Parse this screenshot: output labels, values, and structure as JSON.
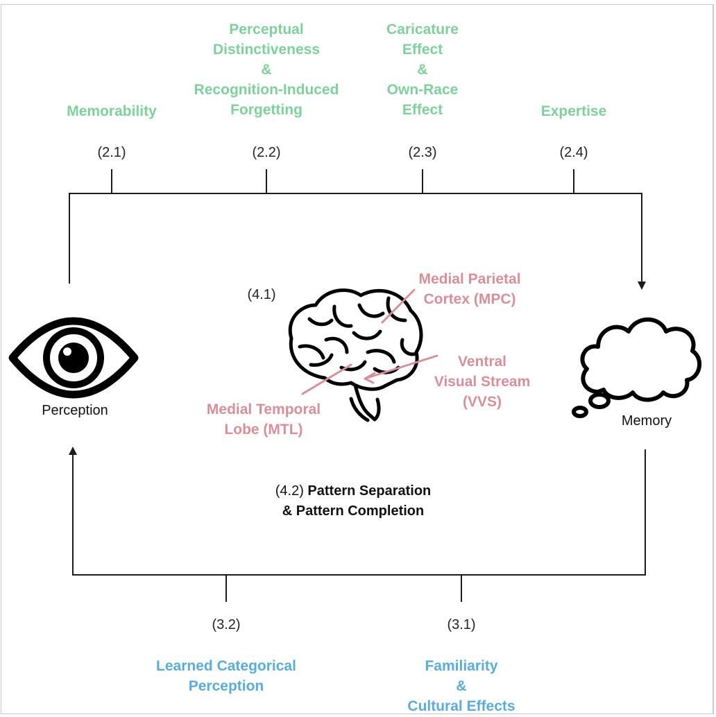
{
  "top_labels": {
    "memorability": {
      "lines": [
        "Memorability"
      ],
      "num": "(2.1)"
    },
    "perceptual": {
      "lines": [
        "Perceptual",
        "Distinctiveness",
        "&",
        "Recognition-Induced",
        "Forgetting"
      ],
      "num": "(2.2)"
    },
    "caricature": {
      "lines": [
        "Caricature",
        "Effect",
        "&",
        "Own-Race",
        "Effect"
      ],
      "num": "(2.3)"
    },
    "expertise": {
      "lines": [
        "Expertise"
      ],
      "num": "(2.4)"
    }
  },
  "nodes": {
    "perception": "Perception",
    "memory": "Memory"
  },
  "brain": {
    "num": "(4.1)",
    "mpc": [
      "Medial Parietal",
      "Cortex (MPC)"
    ],
    "vvs": [
      "Ventral",
      "Visual Stream",
      "(VVS)"
    ],
    "mtl": [
      "Medial Temporal",
      "Lobe (MTL)"
    ]
  },
  "center": {
    "num": "(4.2)",
    "line1_bold": "Pattern Separation",
    "line2_bold": "& Pattern Completion"
  },
  "bottom_labels": {
    "learned": {
      "lines": [
        "Learned Categorical",
        "Perception"
      ],
      "num": "(3.2)"
    },
    "familiarity": {
      "lines": [
        "Familiarity",
        "&",
        "Cultural Effects"
      ],
      "num": "(3.1)"
    }
  },
  "colors": {
    "green": "#7fd19b",
    "pink": "#d98f99",
    "blue": "#59addd",
    "line": "#1a1a1a"
  }
}
